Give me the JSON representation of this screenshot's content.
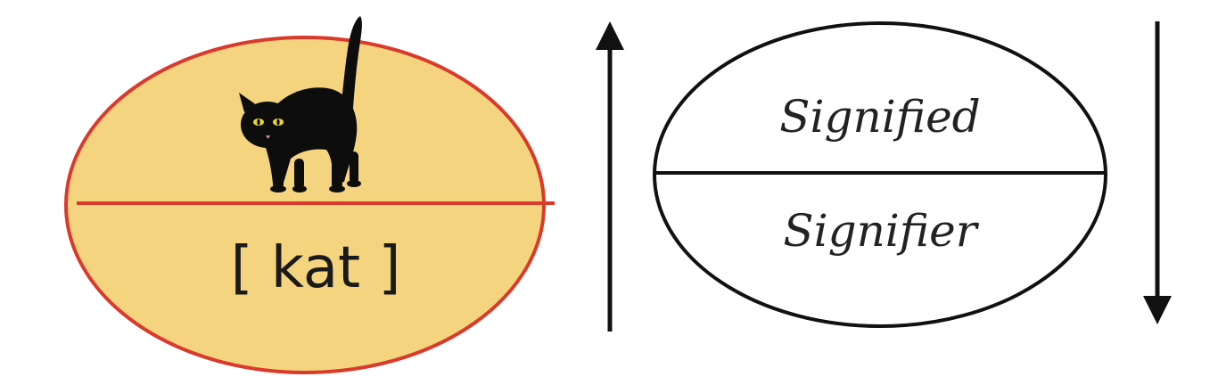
{
  "left_diagram": {
    "sound_image_label": "[ kat ]",
    "concept_icon": "black-cat-icon",
    "fill_color": "#f5d47f",
    "outline_color": "#d93a2b"
  },
  "right_diagram": {
    "top_label": "Signified",
    "bottom_label": "Signifier",
    "left_arrow_direction": "up",
    "right_arrow_direction": "down",
    "ink_color": "#111111"
  }
}
